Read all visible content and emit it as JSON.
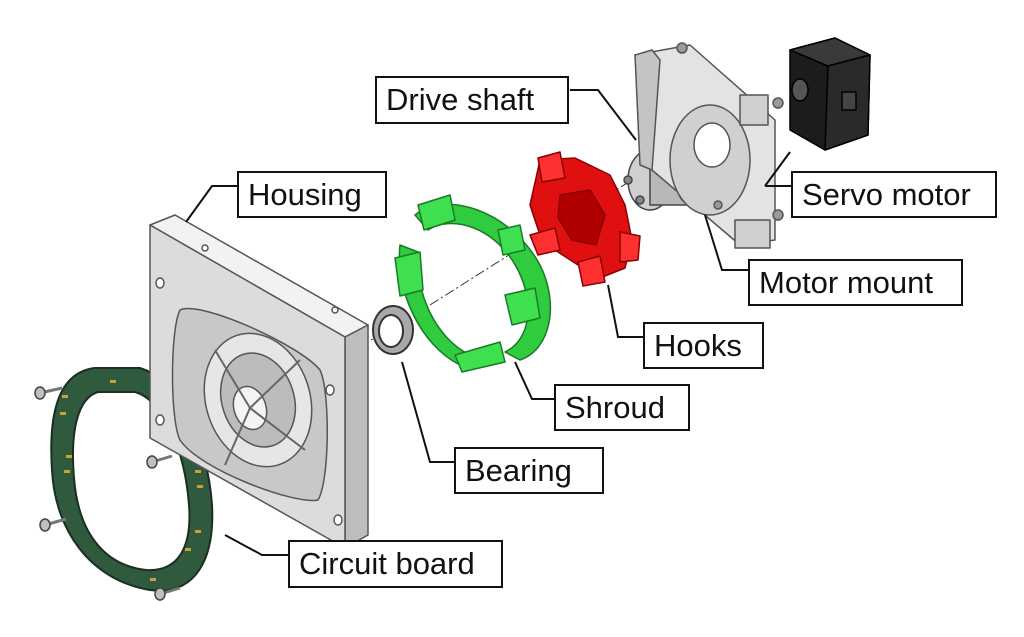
{
  "labels": {
    "drive_shaft": "Drive shaft",
    "housing": "Housing",
    "servo_motor": "Servo motor",
    "motor_mount": "Motor mount",
    "hooks": "Hooks",
    "shroud": "Shroud",
    "bearing": "Bearing",
    "circuit_board": "Circuit board"
  },
  "colors": {
    "housing": "#d9d9d9",
    "housing_edge": "#555555",
    "shroud": "#33dd44",
    "hooks": "#e01010",
    "circuit_board": "#2f5a3e",
    "servo_motor": "#222222",
    "leader_line": "#111111"
  }
}
